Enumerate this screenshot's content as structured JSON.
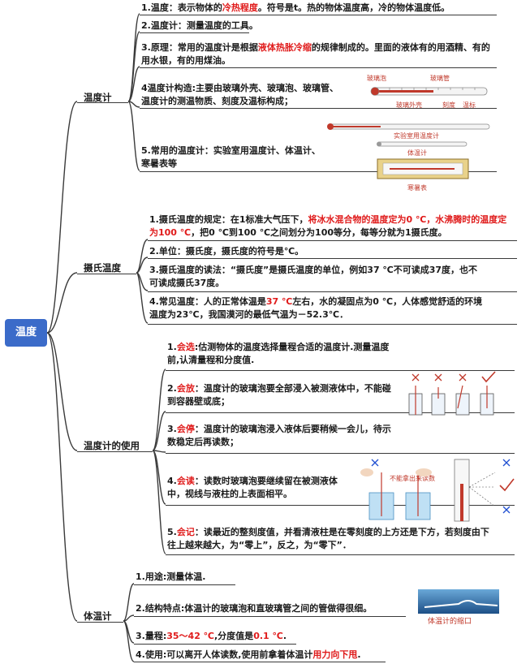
{
  "root": {
    "label": "温度"
  },
  "branches": [
    {
      "label": "温度计"
    },
    {
      "label": "摄氏温度"
    },
    {
      "label": "温度计的使用"
    },
    {
      "label": "体温计"
    }
  ],
  "wdj": [
    {
      "parts": [
        "1.温度：表示物体的",
        "冷热程度",
        "。符号是t。热的物体温度高，冷的物体温度低。"
      ]
    },
    {
      "parts": [
        "2.温度计：测量温度的工具。"
      ]
    },
    {
      "parts": [
        "3.原理：常用的温度计是根据",
        "液体热胀冷缩",
        "的规律制成的。里面的液体有的用酒精、有的用水银，有的用煤油。"
      ]
    },
    {
      "parts": [
        "4温度计构造:主要由玻璃外壳、玻璃泡、玻璃管、温度计的测温物质、刻度及温标构成；"
      ]
    },
    {
      "parts": [
        "5.常用的温度计：实验室用温度计、体温计、寒暑表等"
      ]
    }
  ],
  "sswd": [
    {
      "parts": [
        "1.摄氏温度的规定：在1标准大气压下，",
        "将冰水混合物的温度定为0 ℃，水沸腾时的温度定为100 ℃",
        "，把0 ℃到100 ℃之间划分为100等分，每等分就为1摄氏度。"
      ]
    },
    {
      "parts": [
        "2.单位：摄氏度，摄氏度的符号是℃。"
      ]
    },
    {
      "parts": [
        "3.摄氏温度的读法：“摄氏度”是摄氏温度的单位，例如37 ℃不可读成37度，也不可读成摄氏37度。"
      ]
    },
    {
      "parts": [
        "4.常见温度：人的正常体温是",
        "37 ℃",
        "左右，水的凝固点为0 ℃，人体感觉舒适的环境温度为23℃，我国漠河的最低气温为－52.3℃．"
      ]
    }
  ],
  "use": [
    {
      "parts": [
        "1.",
        "会选",
        ":估测物体的温度选择量程合适的温度计.测量温度前,认清量程和分度值."
      ]
    },
    {
      "parts": [
        "2.",
        "会放",
        "：温度计的玻璃泡要全部浸入被测液体中，不能碰到容器壁或底；"
      ]
    },
    {
      "parts": [
        "3.",
        "会停",
        "：温度计的玻璃泡浸入液体后要稍候一会儿，待示数稳定后再读数；"
      ]
    },
    {
      "parts": [
        "4.",
        "会读",
        "：读数时玻璃泡要继续留在被测液体中，视线与液柱的上表面相平。"
      ]
    },
    {
      "parts": [
        "5.",
        "会记",
        "：读最近的整刻度值，并看清液柱是在零刻度的上方还是下方，若刻度由下往上越来越大，为“零上”，反之，为“零下”．"
      ]
    }
  ],
  "twj": [
    {
      "parts": [
        "1.用途:测量体温."
      ]
    },
    {
      "parts": [
        "2.结构特点:体温计的玻璃泡和直玻璃管之间的管做得很细。"
      ]
    },
    {
      "parts": [
        "3.量程:",
        "35～42 ℃",
        ",分度值是",
        "0.1 ℃",
        "."
      ]
    },
    {
      "parts": [
        "4.使用:可以离开人体读数,使用前拿着体温计",
        "用力向下甩",
        "."
      ]
    }
  ],
  "captions": {
    "glass_bulb": "玻璃泡",
    "glass_tube": "玻璃管",
    "glass_shell": "玻璃外壳",
    "scale": "刻度",
    "temp_mark": "温标",
    "lab_thermometer": "实验室用温度计",
    "clinical_thermometer": "体温计",
    "hanshu_meter": "寒暑表",
    "no_reading": "不能拿出来读数",
    "neck": "体温计的缩口"
  },
  "colors": {
    "root_bg": "#3b6bc9",
    "highlight": "#e01b1b",
    "line": "#3a3a3a"
  }
}
